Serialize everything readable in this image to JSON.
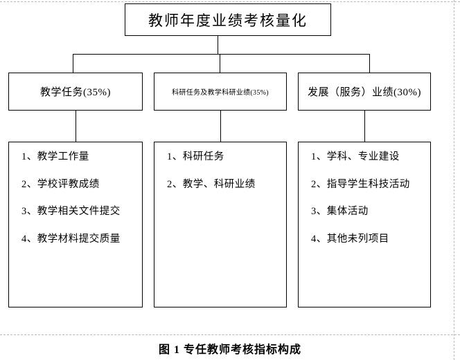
{
  "diagram": {
    "root": {
      "label": "教师年度业绩考核量化"
    },
    "categories": [
      {
        "label": "教学任务(35%)"
      },
      {
        "label": "科研任务及教学科研业绩(35%)"
      },
      {
        "label": "发展（服务）业绩(30%)"
      }
    ],
    "detail_lists": [
      {
        "items": [
          "1、教学工作量",
          "2、学校评教成绩",
          "3、教学相关文件提交",
          "4、教学材料提交质量"
        ]
      },
      {
        "items": [
          "1、科研任务",
          "2、教学、科研业绩"
        ]
      },
      {
        "items": [
          "1、学科、专业建设",
          "2、指导学生科技活动",
          "3、集体活动",
          "4、其他未列项目"
        ]
      }
    ]
  },
  "caption": {
    "text": "图 1  专任教师考核指标构成"
  },
  "colors": {
    "line": "#000000",
    "background": "#ffffff",
    "guide": "#b9b9b9"
  }
}
